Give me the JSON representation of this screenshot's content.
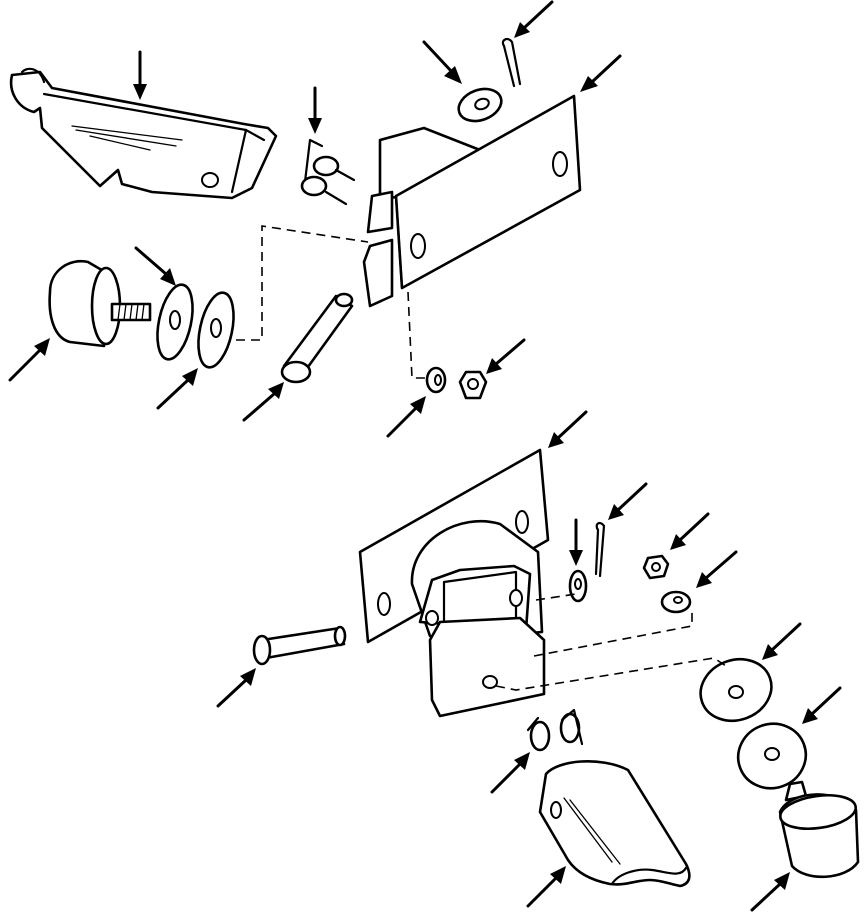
{
  "figure": {
    "kind": "exploded parts illustration",
    "assemblies": [
      "upper",
      "lower"
    ],
    "callout_count": 24,
    "line_color": "#000000",
    "background": "#ffffff"
  }
}
